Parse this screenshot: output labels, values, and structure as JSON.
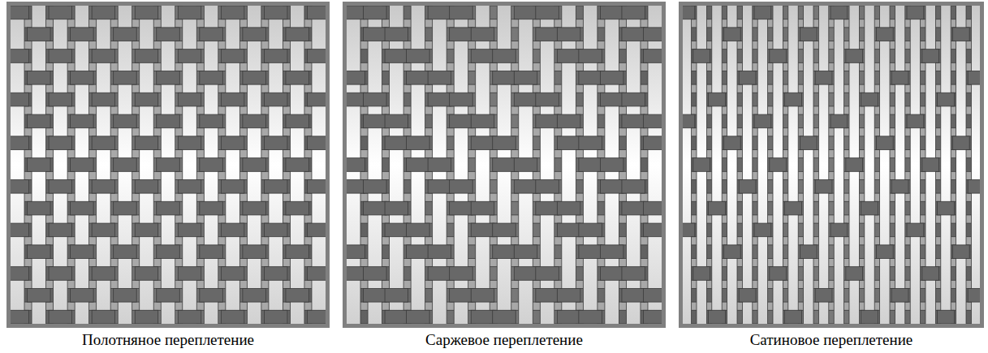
{
  "diagram": {
    "labels": [
      "Полотняное переплетение",
      "Саржевое переплетение",
      "Сатиновое переплетение"
    ]
  }
}
